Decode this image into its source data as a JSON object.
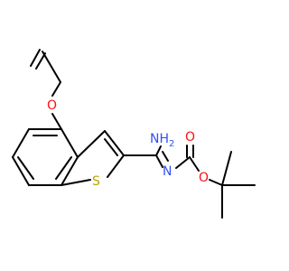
{
  "molecule": {
    "atoms": {
      "oxygen_ether": {
        "label": "O",
        "color": "#ff0d0d"
      },
      "sulfur": {
        "label": "S",
        "color": "#b8a600"
      },
      "amine": {
        "label": "NH",
        "subscript": "2",
        "color": "#3050f8"
      },
      "imine_n": {
        "label": "N",
        "color": "#3050f8"
      },
      "carbonyl_o": {
        "label": "O",
        "color": "#ff0d0d"
      },
      "ester_o": {
        "label": "O",
        "color": "#ff0d0d"
      }
    },
    "bond_color": "#000000"
  }
}
